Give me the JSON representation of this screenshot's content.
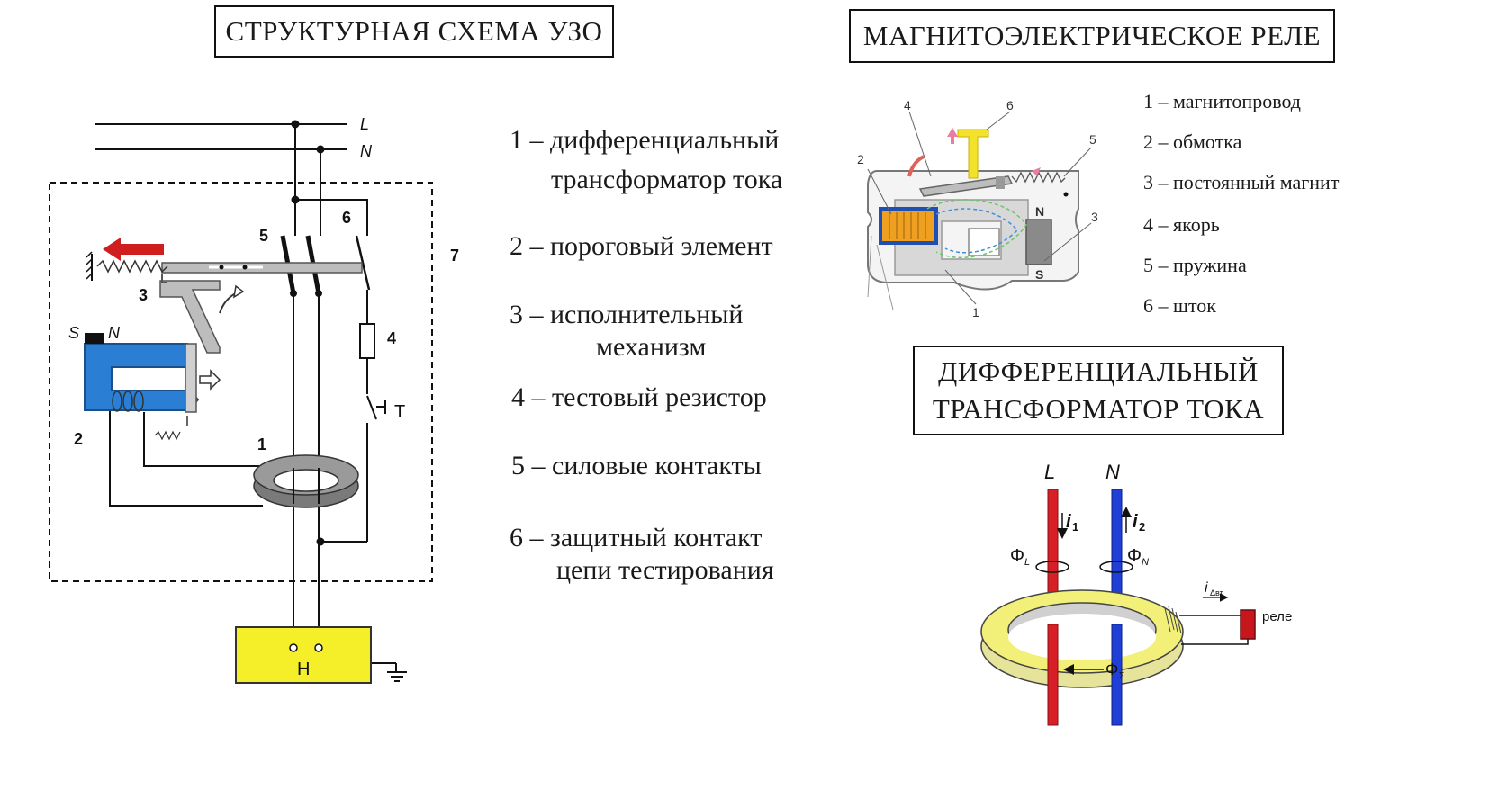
{
  "titles": {
    "rcd_scheme": "СТРУКТУРНАЯ СХЕМА УЗО",
    "relay": "МАГНИТОЭЛЕКТРИЧЕСКОЕ РЕЛЕ",
    "transformer_line1": "ДИФФЕРЕНЦИАЛЬНЫЙ",
    "transformer_line2": "ТРАНСФОРМАТОР ТОКА"
  },
  "rcd_legend": [
    {
      "line1": "1 – дифференциальный",
      "line2": "трансформатор тока"
    },
    {
      "line1": "2 – пороговый элемент",
      "line2": ""
    },
    {
      "line1": "3 – исполнительный",
      "line2": "механизм"
    },
    {
      "line1": "4 – тестовый резистор",
      "line2": ""
    },
    {
      "line1": "5 – силовые контакты",
      "line2": ""
    },
    {
      "line1": "6 –  защитный контакт",
      "line2": "цепи тестирования"
    }
  ],
  "relay_legend": [
    "1 – магнитопровод",
    "2 – обмотка",
    "3 – постоянный магнит",
    "4 – якорь",
    "5 – пружина",
    "6 – шток"
  ],
  "scheme_labels": {
    "L": "L",
    "N": "N",
    "n1": "1",
    "n2": "2",
    "n3": "3",
    "n4": "4",
    "n5": "5",
    "n6": "6",
    "n7": "7",
    "S": "S",
    "N_pole": "N",
    "T": "T",
    "H": "Н"
  },
  "relay_labels": {
    "n1": "1",
    "n2": "2",
    "n3": "3",
    "n4": "4",
    "n5": "5",
    "n6": "6",
    "N": "N",
    "S": "S"
  },
  "transformer_labels": {
    "L": "L",
    "N": "N",
    "i1": "i",
    "i1_sub": "1",
    "i2": "i",
    "i2_sub": "2",
    "phiL": "Φ",
    "phiL_sub": "L",
    "phiN": "Φ",
    "phiN_sub": "N",
    "phiSum": "Φ",
    "phiSum_sub": "Σ",
    "iDiff": "i",
    "iDiff_sub": "Δвт",
    "relay": "реле"
  },
  "colors": {
    "phase_wire": "#d61f26",
    "neutral_wire": "#1f3fd6",
    "toroid_yellow": "#f3f07a",
    "magnet_blue": "#2a7fd4",
    "load_yellow": "#f5ef2a",
    "relay_red": "#c8161d",
    "arrow_red": "#d01e1e"
  }
}
